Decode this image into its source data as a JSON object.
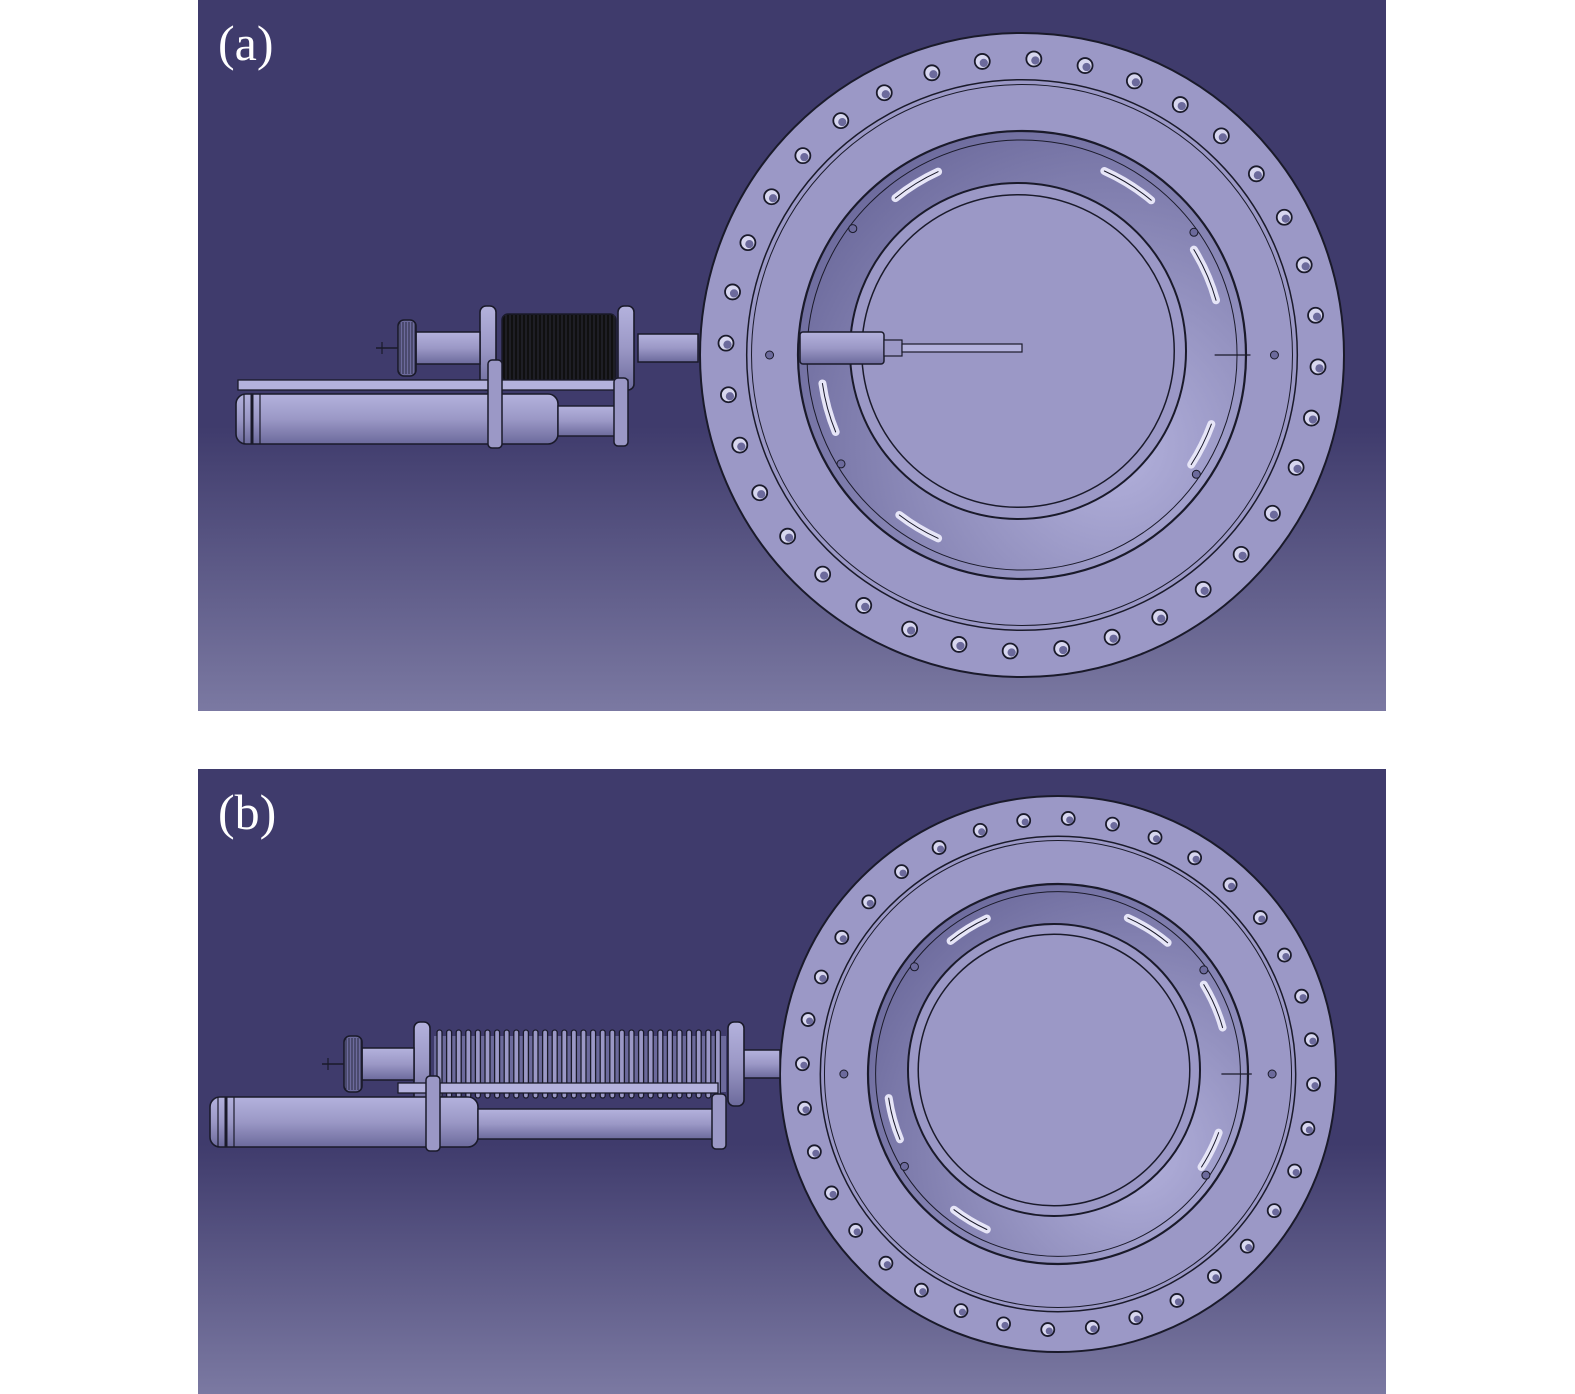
{
  "figure": {
    "background_top": "#3f3b6c",
    "background_bottom": "#7b79a2",
    "part_fill": "#9b98c6",
    "part_light": "#b4b2dd",
    "part_dark": "#6c6a9c",
    "edge_color": "#1a1a2a",
    "bellows_color": "#101010"
  },
  "panels": [
    {
      "label": "(a)",
      "state": "compressed"
    },
    {
      "label": "(b)",
      "state": "extended"
    }
  ]
}
